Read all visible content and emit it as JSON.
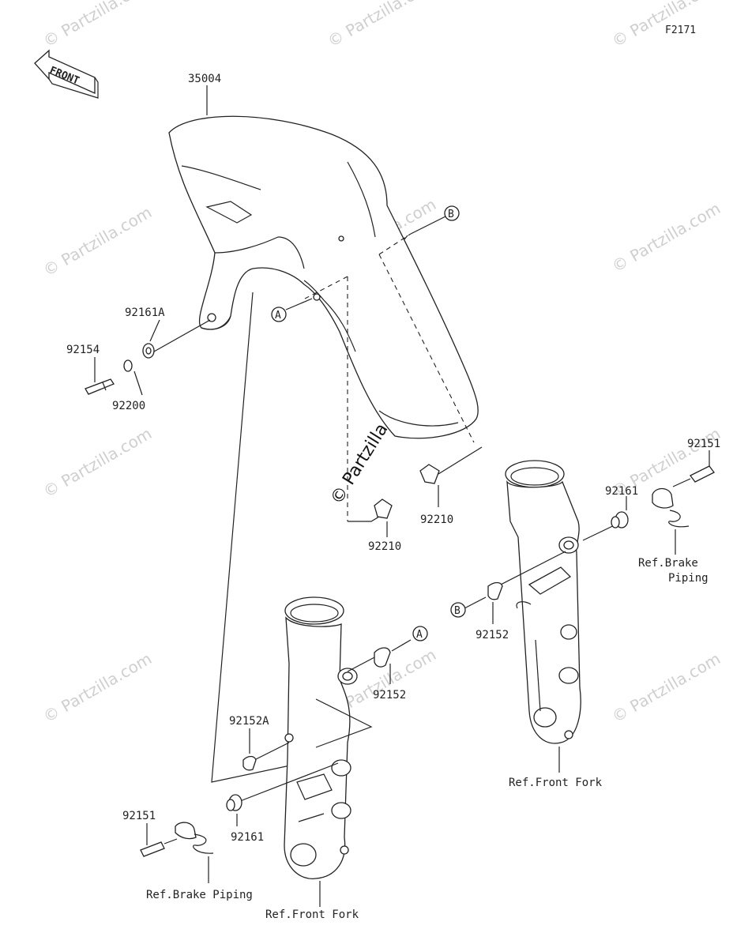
{
  "diagram_code": "F2171",
  "front_label": "FRONT",
  "watermark": "© Partzilla.com",
  "center_watermark": "© Partzilla.com",
  "callouts": {
    "a": "A",
    "b": "B"
  },
  "parts": {
    "fender": "35004",
    "bolt_left": "92154",
    "washer_left": "92200",
    "grommet_left": "92161A",
    "nut_1": "92210",
    "nut_2": "92210",
    "bolt_right": "92151",
    "grommet_right": "92161",
    "collar_b": "92152",
    "collar_a": "92152",
    "collar_left_a": "92152A",
    "grommet_lower": "92161",
    "bolt_lower": "92151"
  },
  "refs": {
    "brake_right_1": "Ref.Brake",
    "brake_right_2": "Piping",
    "fork_right": "Ref.Front Fork",
    "brake_lower": "Ref.Brake Piping",
    "fork_left": "Ref.Front Fork"
  }
}
